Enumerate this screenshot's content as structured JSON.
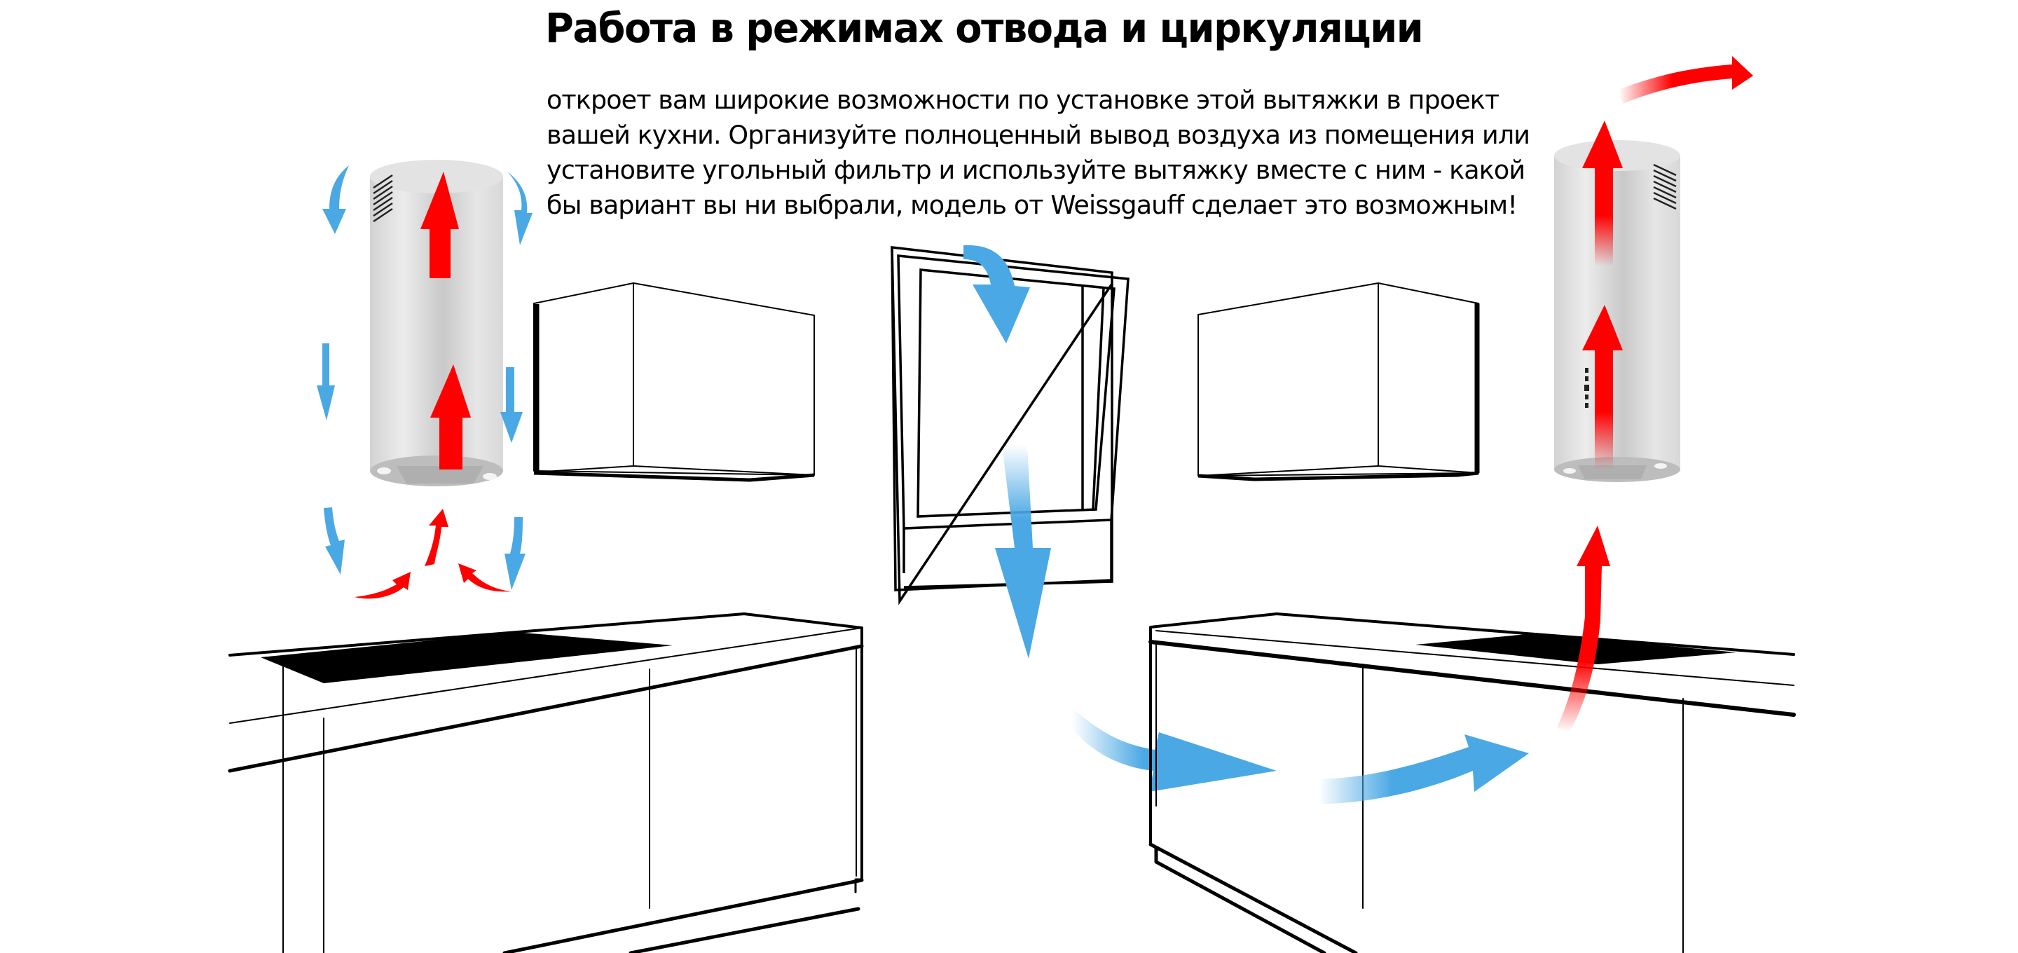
{
  "header": {
    "title": "Работа в режимах отвода и циркуляции"
  },
  "description": {
    "lines": [
      "откроет вам широкие возможности по установке этой вытяжки в проект",
      "вашей кухни. Организуйте полноценный вывод воздуха из помещения или",
      "установите угольный фильтр и используйте вытяжку вместе с ним - какой",
      "бы вариант вы ни выбрали, модель от Weissgauff сделает это возможным!"
    ]
  },
  "illustration": {
    "left_scene": "circulation-mode",
    "right_scene": "exhaust-mode",
    "colors": {
      "hot_air_arrow": "#ff0000",
      "fresh_air_arrow": "#4aa8e4",
      "hood_body": "#e4e4e4",
      "line_art": "#000000",
      "background": "#ffffff"
    }
  }
}
